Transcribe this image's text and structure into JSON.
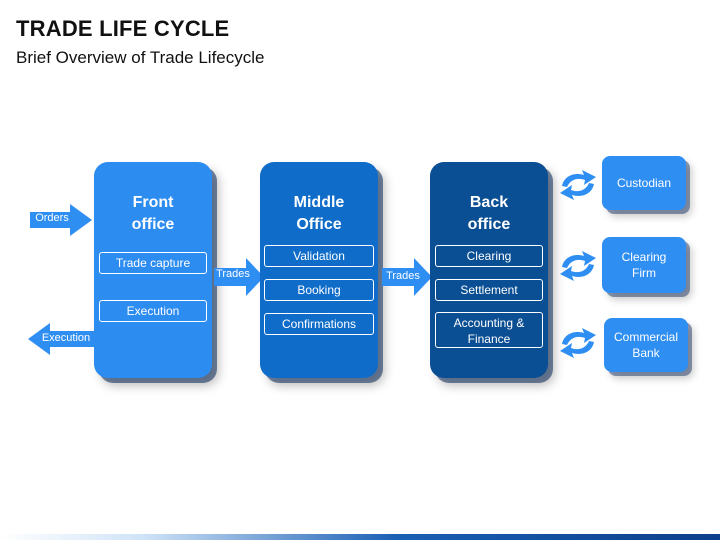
{
  "header": {
    "title": "TRADE LIFE CYCLE",
    "subtitle": "Brief Overview of Trade Lifecycle"
  },
  "colors": {
    "front": "#2d8cf0",
    "middle": "#0f6cc9",
    "back": "#0a4e93",
    "side": "#2f8ef2",
    "arrow": "#2f8ef2"
  },
  "flow": {
    "orders_label": "Orders",
    "execution_label": "Execution",
    "trades_label_1": "Trades",
    "trades_label_2": "Trades"
  },
  "offices": {
    "front": {
      "heading": "Front\noffice",
      "items": [
        "Trade capture",
        "Execution"
      ]
    },
    "middle": {
      "heading": "Middle\nOffice",
      "items": [
        "Validation",
        "Booking",
        "Confirmations"
      ]
    },
    "back": {
      "heading": "Back\noffice",
      "items": [
        "Clearing",
        "Settlement",
        "Accounting &\nFinance"
      ]
    }
  },
  "parties": {
    "items": [
      "Custodian",
      "Clearing\nFirm",
      "Commercial\nBank"
    ]
  }
}
